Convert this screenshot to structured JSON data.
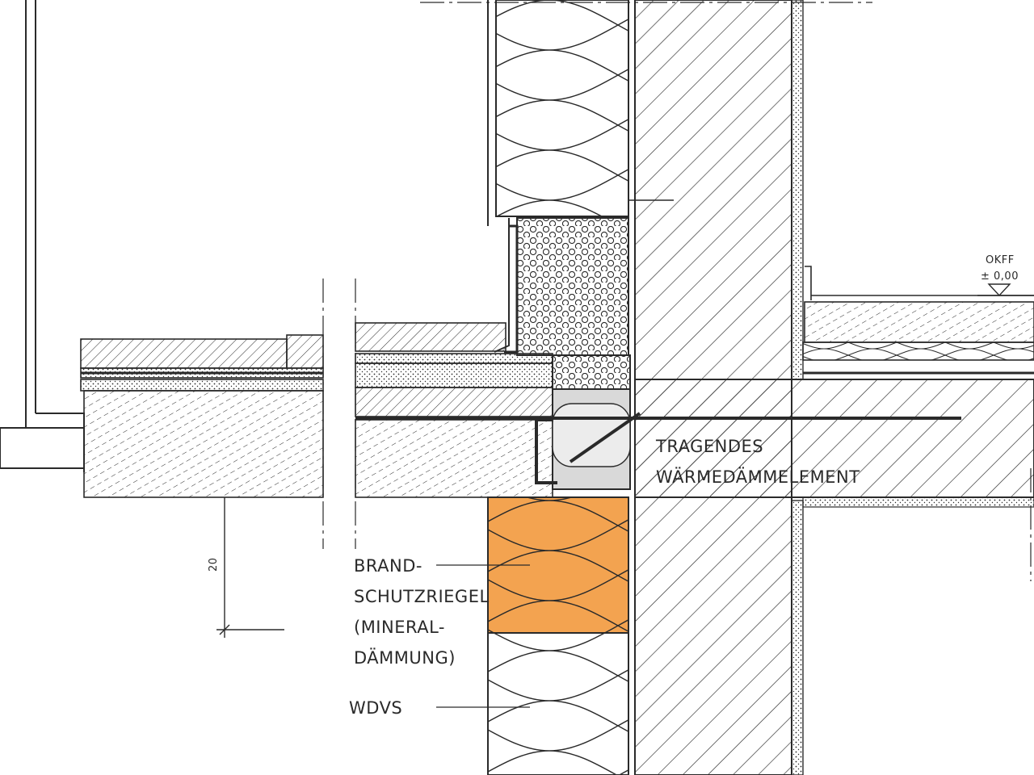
{
  "labels": {
    "tragendes_line1": "TRAGENDES",
    "tragendes_line2": "WÄRMEDÄMMELEMENT",
    "brand_line1": "BRAND-",
    "brand_line2": "SCHUTZRIEGEL",
    "brand_line3": "(MINERAL-",
    "brand_line4": "DÄMMUNG)",
    "wdvs": "WDVS",
    "okff": "OKFF",
    "level": "± 0,00",
    "dimension": "20"
  },
  "colors": {
    "line": "#2a2a2a",
    "mineral_insulation_fill": "#f3a350",
    "insulation_fill": "#ffffff",
    "element_fill": "#d9d9d9",
    "background": "#ffffff"
  }
}
